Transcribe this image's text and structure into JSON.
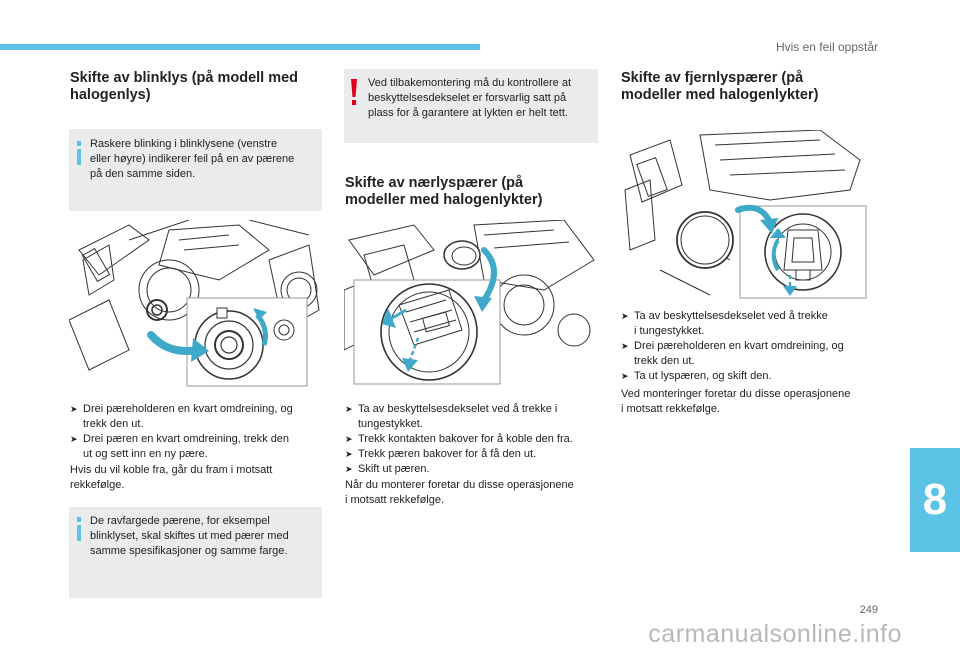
{
  "header": {
    "section": "Hvis en feil oppstår",
    "chapter": "8"
  },
  "col1": {
    "title_line1": "Skifte av blinklys (på modell med",
    "title_line2": "halogenlys)",
    "info_lines": [
      "Raskere blinking i blinklysene (venstre",
      "eller høyre) indikerer feil på en av pærene",
      "på den samme siden."
    ],
    "steps": [
      [
        "Drei pæreholderen en kvart omdreining, og",
        "trekk den ut."
      ],
      [
        "Drei pæren en kvart omdreining, trekk den",
        "ut og sett inn en ny pære."
      ]
    ],
    "note_lines": [
      "Hvis du vil koble fra, går du fram i motsatt",
      "rekkefølge."
    ],
    "info2_lines": [
      "De ravfargede pærene, for eksempel",
      "blinklyset, skal skiftes ut med pærer med",
      "samme spesifikasjoner og samme farge."
    ]
  },
  "col2": {
    "warning_lines": [
      "Ved tilbakemontering må du kontrollere at",
      "beskyttelsesdekselet er forsvarlig satt på",
      "plass for å garantere at lykten er helt tett."
    ],
    "title_line1": "Skifte av nærlyspærer (på",
    "title_line2": "modeller med halogenlykter)",
    "steps": [
      [
        "Ta av beskyttelsesdekselet ved å trekke i",
        "tungestykket."
      ],
      [
        "Trekk kontakten bakover for å koble den fra."
      ],
      [
        "Trekk pæren bakover for å få den ut."
      ],
      [
        "Skift ut pæren."
      ]
    ],
    "note_lines": [
      "Når du monterer foretar du disse operasjonene",
      "i motsatt rekkefølge."
    ]
  },
  "col3": {
    "title_line1": "Skifte av fjernlyspærer (på",
    "title_line2": "modeller med halogenlykter)",
    "steps": [
      [
        "Ta av beskyttelsesdekselet ved å trekke",
        "i tungestykket."
      ],
      [
        "Drei pæreholderen en kvart omdreining, og",
        "trekk den ut."
      ],
      [
        "Ta ut lyspæren, og skift den."
      ]
    ],
    "note_lines": [
      "Ved monteringer foretar du disse operasjonene",
      "i motsatt rekkefølge."
    ]
  },
  "footer": {
    "page_number": "249",
    "watermark": "carmanualsonline.info"
  },
  "colors": {
    "accent": "#5bc3e6",
    "info_bar": "#5bc3e6",
    "warning": "#e3001b",
    "box_bg": "#ebebeb",
    "arrow": "#3fa9c9"
  },
  "icons": {
    "info": "info-bar-icon",
    "warning": "exclamation-icon",
    "step": "arrow-right-icon"
  }
}
